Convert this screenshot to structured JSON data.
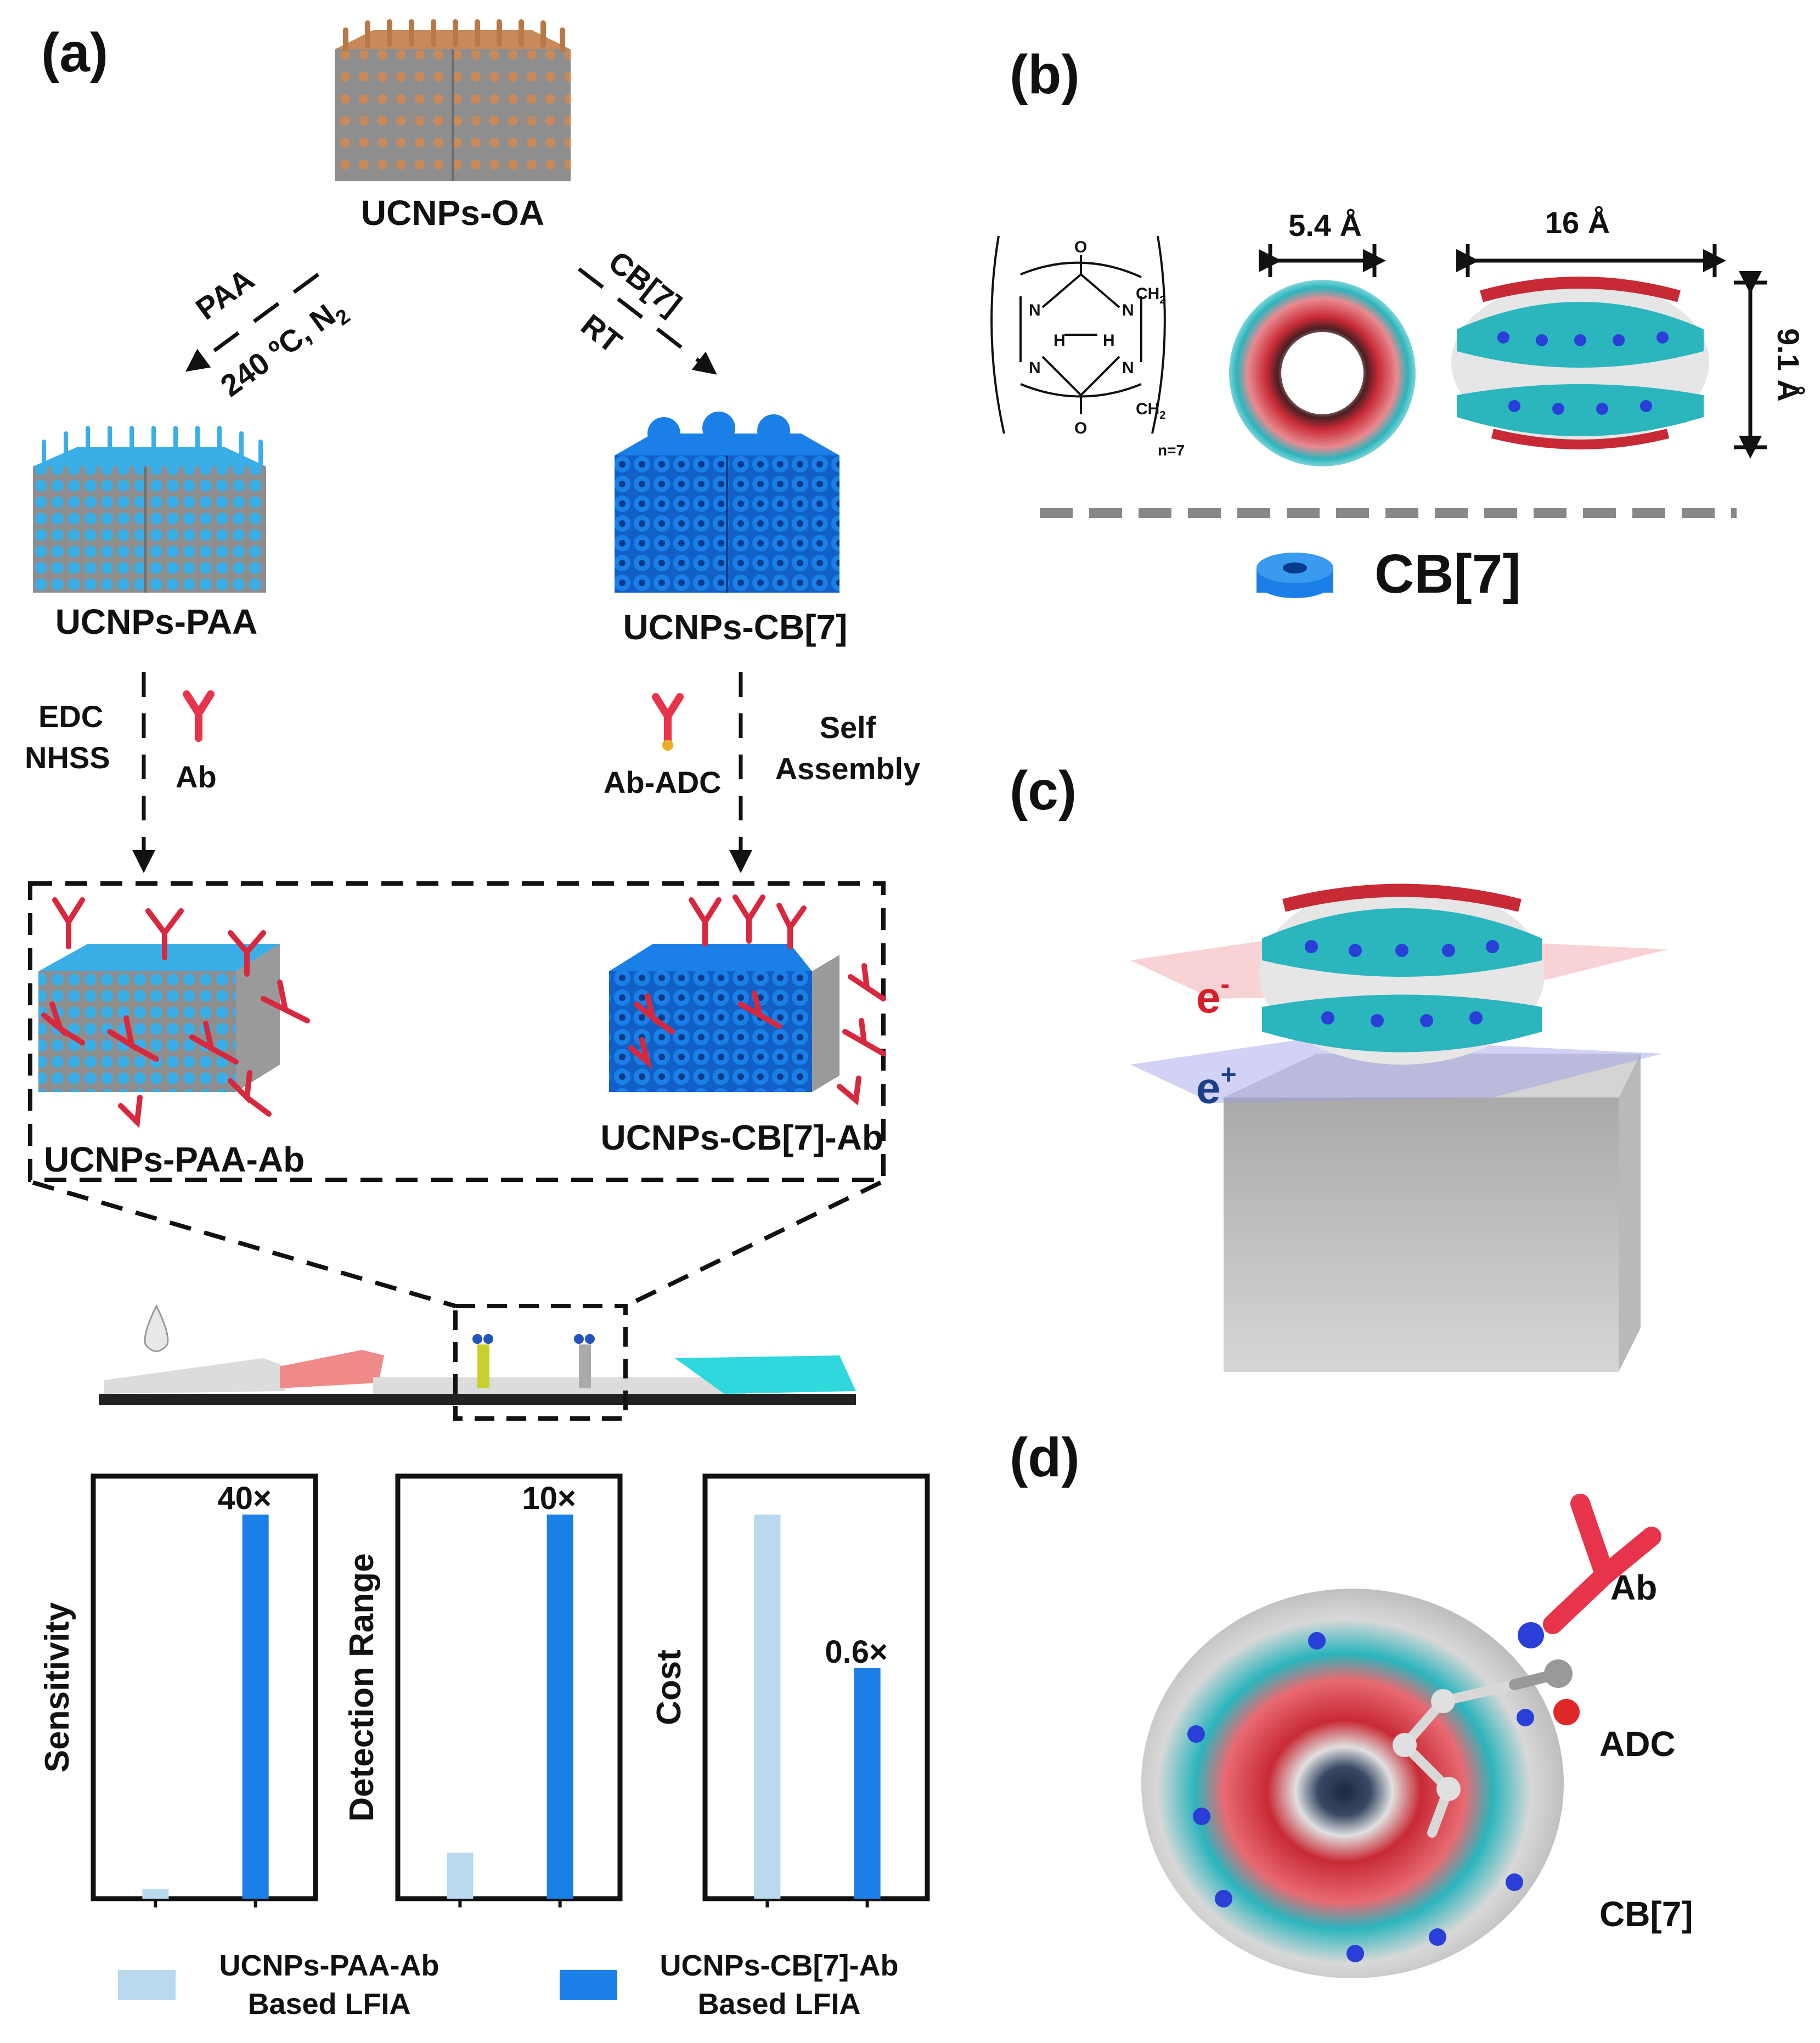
{
  "panels": {
    "a": "(a)",
    "b": "(b)",
    "c": "(c)",
    "d": "(d)"
  },
  "a": {
    "top": "UCNPs-OA",
    "left_step": {
      "reagent": "PAA",
      "cond": "240 ºC, N",
      "sub": "2"
    },
    "right_step": {
      "reagent": "CB[7]",
      "cond": "RT"
    },
    "left_np": "UCNPs-PAA",
    "right_np": "UCNPs-CB[7]",
    "left_reagent": {
      "line1": "EDC",
      "line2": "NHSS",
      "ab": "Ab"
    },
    "right_reagent": {
      "ab": "Ab-ADC",
      "line1": "Self",
      "line2": "Assembly"
    },
    "left_product": "UCNPs-PAA-Ab",
    "right_product": "UCNPs-CB[7]-Ab",
    "legend": {
      "item1": {
        "line1": "UCNPs-PAA-Ab",
        "line2": "Based LFIA",
        "color": "#b8d9ee"
      },
      "item2": {
        "line1": "UCNPs-CB[7]-Ab",
        "line2": "Based LFIA",
        "color": "#1a7fe6"
      }
    }
  },
  "chart_data": [
    {
      "type": "bar",
      "ylabel": "Sensitivity",
      "annotation": "40×",
      "categories": [
        "UCNPs-PAA-Ab Based LFIA",
        "UCNPs-CB[7]-Ab Based LFIA"
      ],
      "values": [
        1,
        40
      ],
      "ylim": [
        0,
        44
      ]
    },
    {
      "type": "bar",
      "ylabel": "Detection Range",
      "annotation": "10×",
      "categories": [
        "UCNPs-PAA-Ab Based LFIA",
        "UCNPs-CB[7]-Ab Based LFIA"
      ],
      "values": [
        1.2,
        10
      ],
      "ylim": [
        0,
        11
      ]
    },
    {
      "type": "bar",
      "ylabel": "Cost",
      "annotation": "0.6×",
      "categories": [
        "UCNPs-PAA-Ab Based LFIA",
        "UCNPs-CB[7]-Ab Based LFIA"
      ],
      "values": [
        1,
        0.6
      ],
      "ylim": [
        0,
        1.1
      ]
    }
  ],
  "b": {
    "dim_top": "5.4 Å",
    "dim_side": "16 Å",
    "dim_height": "9.1 Å",
    "ch2": "CH",
    "ch2_sub": "2",
    "n_atom": "N",
    "o_atom": "O",
    "h_atom": "H",
    "repeat": "n=7",
    "legend": "CB[7]"
  },
  "c": {
    "electron": "e",
    "electron_sup": "-",
    "hole": "e",
    "hole_sup": "+"
  },
  "d": {
    "ab": "Ab",
    "adc": "ADC",
    "cb7": "CB[7]"
  },
  "colors": {
    "pink": "#e8344a",
    "blue": "#1a7fe6",
    "light_blue": "#b8d9ee",
    "teal": "#2bb5bd",
    "copper": "#c88a5a",
    "cyan": "#3aaee6"
  }
}
